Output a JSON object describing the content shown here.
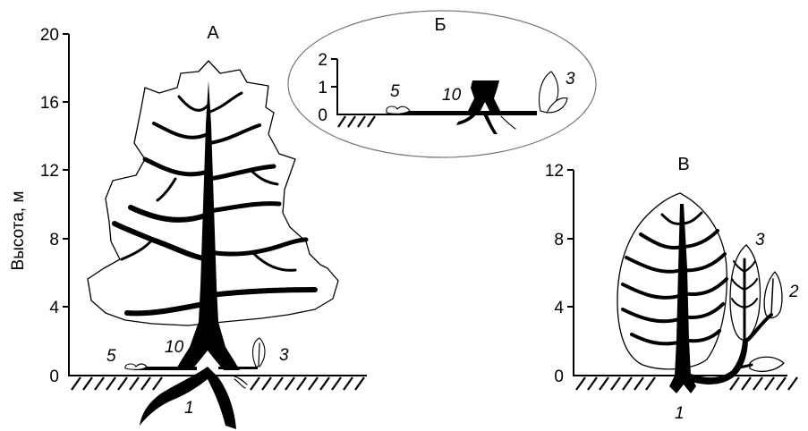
{
  "figure": {
    "y_axis_title": "Высота, м",
    "panels": [
      {
        "label": "А",
        "y_ticks": [
          "20",
          "16",
          "12",
          "8",
          "4",
          "0"
        ],
        "markers": [
          "5",
          "10",
          "3",
          "1"
        ]
      },
      {
        "label": "Б",
        "y_ticks": [
          "2",
          "1",
          "0"
        ],
        "markers": [
          "5",
          "10",
          "3"
        ]
      },
      {
        "label": "В",
        "y_ticks": [
          "12",
          "8",
          "4",
          "0"
        ],
        "markers": [
          "3",
          "2",
          "1"
        ]
      }
    ]
  }
}
